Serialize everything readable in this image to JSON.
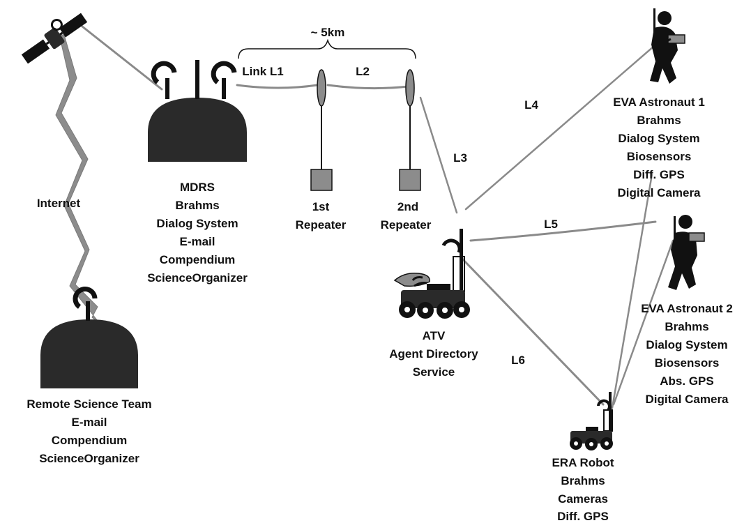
{
  "colors": {
    "ink": "#111111",
    "dark_fill": "#2a2a2a",
    "gray_fill": "#8c8c8c",
    "link": "#8a8a8a",
    "background": "#ffffff"
  },
  "distance": {
    "label": "~ 5km"
  },
  "links": {
    "l1": "Link L1",
    "l2": "L2",
    "l3": "L3",
    "l4": "L4",
    "l5": "L5",
    "l6": "L6"
  },
  "internet": {
    "label": "Internet"
  },
  "nodes": {
    "mdrs": {
      "icon": "dome-habitat-icon",
      "lines": [
        "MDRS",
        "Brahms",
        "Dialog System",
        "E-mail",
        "Compendium",
        "ScienceOrganizer"
      ]
    },
    "repeater1": {
      "icon": "repeater-antenna-icon",
      "lines": [
        "1st",
        "Repeater"
      ]
    },
    "repeater2": {
      "icon": "repeater-antenna-icon",
      "lines": [
        "2nd",
        "Repeater"
      ]
    },
    "atv": {
      "icon": "atv-icon",
      "lines": [
        "ATV",
        "Agent Directory",
        "Service"
      ]
    },
    "eva1": {
      "icon": "astronaut-icon",
      "lines": [
        "EVA Astronaut 1",
        "Brahms",
        "Dialog System",
        "Biosensors",
        "Diff. GPS",
        "Digital Camera"
      ]
    },
    "eva2": {
      "icon": "astronaut-icon",
      "lines": [
        "EVA Astronaut 2",
        "Brahms",
        "Dialog System",
        "Biosensors",
        "Abs. GPS",
        "Digital Camera"
      ]
    },
    "era": {
      "icon": "robot-icon",
      "lines": [
        "ERA Robot",
        "Brahms",
        "Cameras",
        "Diff. GPS"
      ]
    },
    "remote": {
      "icon": "dome-habitat-icon",
      "lines": [
        "Remote Science Team",
        "E-mail",
        "Compendium",
        "ScienceOrganizer"
      ]
    },
    "satellite": {
      "icon": "satellite-icon"
    }
  }
}
